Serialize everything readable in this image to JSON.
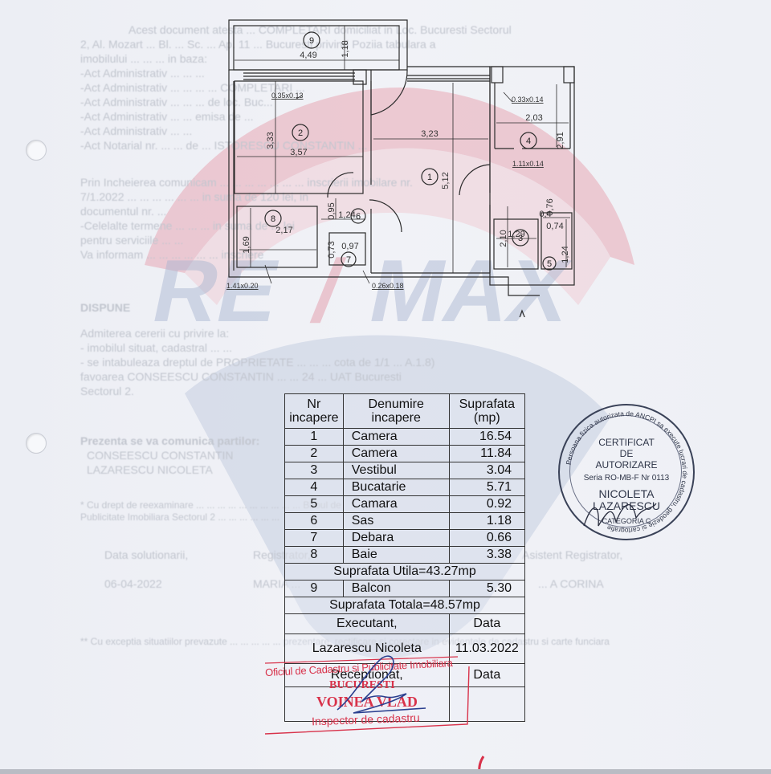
{
  "document": {
    "type": "Plan releveu - apartament",
    "background_color": "#eef0f5",
    "watermark_text": "RE/MAX"
  },
  "floor_plan": {
    "rooms": [
      {
        "nr": "1",
        "width": "3,23",
        "length": "5,12"
      },
      {
        "nr": "2",
        "width": "3,57",
        "length": "3,33"
      },
      {
        "nr": "3",
        "width": "1,29",
        "length": "2,10"
      },
      {
        "nr": "4",
        "width": "2,03",
        "length": "2,91"
      },
      {
        "nr": "5",
        "width": "0,74",
        "length": "1,24"
      },
      {
        "nr": "6",
        "width": "1,24",
        "length": "0,95"
      },
      {
        "nr": "7",
        "width": "0,97",
        "length": "0,73"
      },
      {
        "nr": "8",
        "width": "2,17",
        "length": "1,69"
      },
      {
        "nr": "9",
        "width": "4,49",
        "length": "1,18"
      }
    ],
    "annotations": {
      "pillar_room2": "0.35x0.13",
      "pillar_room4_top": "0.33x0.14",
      "pillar_room4_side": "1.11x0.14",
      "pillar_room8": "1.41x0.20",
      "pillar_room7": "0.26x0.18",
      "niche_small": "0,4",
      "niche_dim": "0,76"
    },
    "north_arrow": "triangle"
  },
  "area_table": {
    "headers": {
      "nr": [
        "Nr",
        "incapere"
      ],
      "name": [
        "Denumire",
        "incapere"
      ],
      "area": [
        "Suprafata",
        "(mp)"
      ]
    },
    "rows": [
      {
        "nr": "1",
        "name": "Camera",
        "area": "16.54"
      },
      {
        "nr": "2",
        "name": "Camera",
        "area": "11.84"
      },
      {
        "nr": "3",
        "name": "Vestibul",
        "area": "3.04"
      },
      {
        "nr": "4",
        "name": "Bucatarie",
        "area": "5.71"
      },
      {
        "nr": "5",
        "name": "Camara",
        "area": "0.92"
      },
      {
        "nr": "6",
        "name": "Sas",
        "area": "1.18"
      },
      {
        "nr": "7",
        "name": "Debara",
        "area": "0.66"
      },
      {
        "nr": "8",
        "name": "Baie",
        "area": "3.38"
      }
    ],
    "useful_total": "Suprafata Utila=43.27mp",
    "balcony": {
      "nr": "9",
      "name": "Balcon",
      "area": "5.30"
    },
    "grand_total": "Suprafata Totala=48.57mp",
    "executant_label": "Executant,",
    "executant_date_label": "Data",
    "executant_name": "Lazarescu Nicoleta",
    "executant_date": "11.03.2022",
    "received_label": "Receptionat,",
    "received_date_label": "Data"
  },
  "stamps": {
    "ocpi": {
      "line1": "Oficiul de Cadastru si Publicitate Imobiliara",
      "line2": "BUCURESTI",
      "line3": "VOINEA VLAD",
      "line4": "Inspector de cadastru",
      "color": "#d8324a"
    },
    "certificate": {
      "ring_text": "Persoana fizica autorizata de ANCPI sa execute lucrari de cadastru, geodezie si cartografie",
      "line1": "CERTIFICAT",
      "line2": "DE",
      "line3": "AUTORIZARE",
      "line4": "Seria RO-MB-F Nr 0113",
      "line5": "NICOLETA",
      "line6": "LAZARESCU",
      "line7": "CATEGORIA C",
      "color": "#2e3548"
    }
  },
  "bleed_through": {
    "lines_top": [
      "Acest document atesta ... COMPLETARI domiciliat in Loc. Bucuresti Sectorul",
      "2, Al. Mozart ... Bl. ... Sc. ... Ap. 11 ... Bucuresti privind Poziia tabulara a",
      "imobilului ... ... ... in baza:",
      "-Act Administrativ ... ... ...",
      "-Act Administrativ ... ... ... ... COMPLETARI ...",
      "-Act Administrativ ... ... ... de loc. Buc...",
      "-Act Administrativ ... ... emisa de ...",
      "-Act Administrativ ... ...",
      "-Act Notarial nr. ... ... de ... ISTORESCU CONSTANTIN ..."
    ],
    "lines_mid": [
      "Prin Incheierea comunicam ... ... ... ... ... ... ... inscrierii imobilare nr.",
      "7/1.2022 ... ... ... ... ... ... in suma de 120 lei, in",
      "documentul nr. ...",
      "-Celelalte termene ... ... ... in suma de ... lei",
      "pentru serviciile ... ...",
      "Va informam ... ... ... ... ... ... inscriere"
    ],
    "dispune": "DISPUNE",
    "lines_dispune": [
      "Admiterea cererii cu privire la:",
      "- imobilul situat, cadastral ... ...",
      "- se intabuleaza dreptul de PROPRIETATE ... ... ... cota de 1/1 ... A.1.8)",
      "favoarea CONSEESCU CONSTANTIN ... ... 24 ... UAT Bucuresti",
      "Sectorul 2."
    ],
    "lines_parties": [
      "Prezenta se va comunica partilor:",
      "CONSEESCU CONSTANTIN",
      "LAZARESCU NICOLETA"
    ],
    "lines_note": [
      "* Cu drept de reexaminare ... ... ... ... ... ... ... ... ... ... Biroul de",
      "Publicitate Imobiliara Sectorul 2 ... ... ... ... ... ..."
    ],
    "signature_block": {
      "date_label": "Data solutionarii,",
      "date_value": "06-04-2022",
      "registrar_label": "Registrator,",
      "registrar_name": "MARIA ...",
      "assistant_label": "Asistent Registrator,",
      "assistant_name": "... A CORINA"
    },
    "footer_note": "** Cu exceptia situatiilor prevazute ... ... ... ... ... prezentare, rectificare si corectare in evidentele de cadastru si carte funciara"
  }
}
